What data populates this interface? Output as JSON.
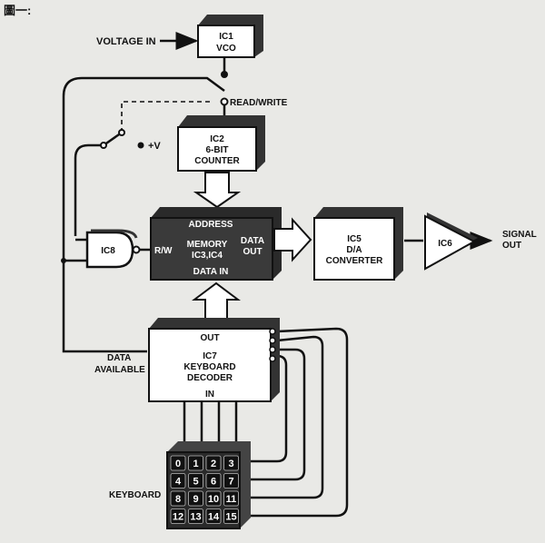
{
  "figure": {
    "label": "圖一:"
  },
  "inputs": {
    "voltage_in": "VOLTAGE IN",
    "plus_v": "+V"
  },
  "switch": {
    "read_write": "READ/WRITE"
  },
  "ic1": {
    "line1": "IC1",
    "line2": "VCO"
  },
  "ic2": {
    "line1": "IC2",
    "line2": "6-BIT",
    "line3": "COUNTER"
  },
  "memory": {
    "address": "ADDRESS",
    "rw": "R/W",
    "line1": "MEMORY",
    "line2": "IC3,IC4",
    "data_out_1": "DATA",
    "data_out_2": "OUT",
    "data_in": "DATA IN"
  },
  "ic5": {
    "line1": "IC5",
    "line2": "D/A",
    "line3": "CONVERTER"
  },
  "ic6": {
    "label": "IC6"
  },
  "output": {
    "line1": "SIGNAL",
    "line2": "OUT"
  },
  "ic8": {
    "label": "IC8"
  },
  "ic7": {
    "out": "OUT",
    "line1": "IC7",
    "line2": "KEYBOARD",
    "line3": "DECODER",
    "in": "IN",
    "data_1": "DATA",
    "data_2": "AVAILABLE"
  },
  "keyboard": {
    "label": "KEYBOARD",
    "keys": [
      "0",
      "1",
      "2",
      "3",
      "4",
      "5",
      "6",
      "7",
      "8",
      "9",
      "10",
      "11",
      "12",
      "13",
      "14",
      "15"
    ]
  }
}
